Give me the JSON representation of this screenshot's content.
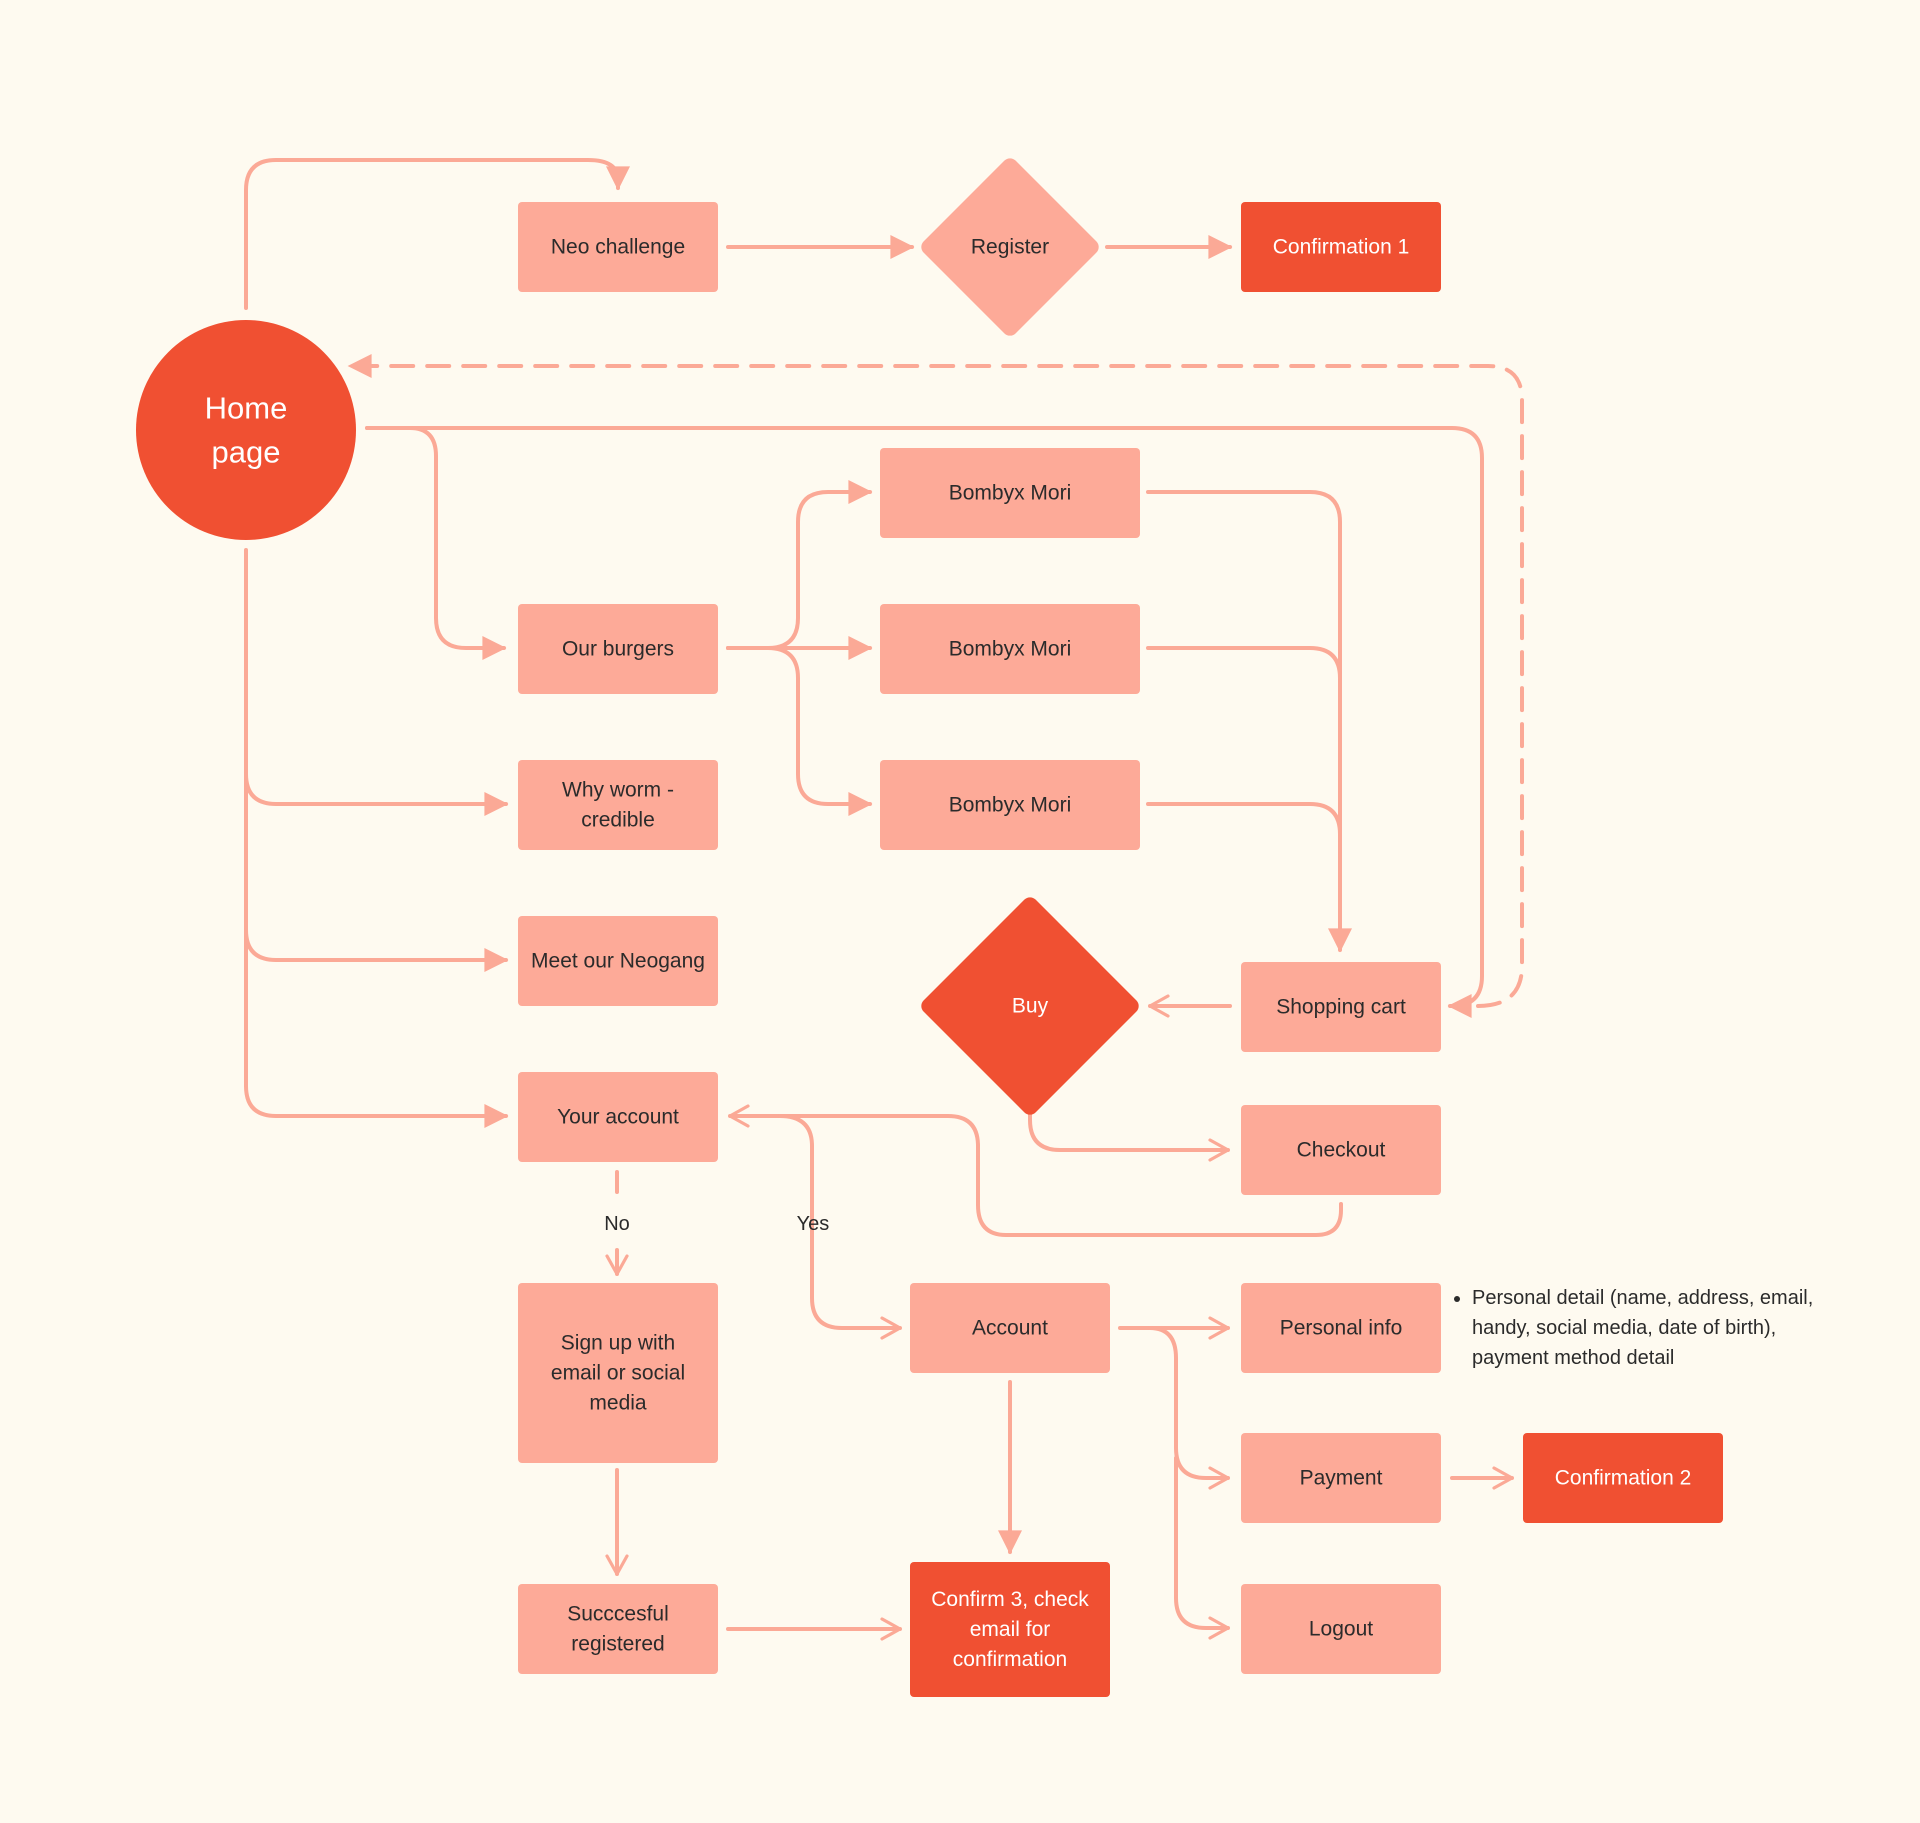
{
  "colors": {
    "background": "#FEFAF0",
    "node_light": "#FDAA98",
    "node_dark": "#F05032",
    "edge": "#FBA996",
    "text_dark": "#2B2B2B",
    "text_light": "#FFFFFF"
  },
  "nodes": {
    "home_page": [
      "Home",
      "page"
    ],
    "neo_challenge": [
      "Neo challenge"
    ],
    "register": [
      "Register"
    ],
    "confirmation_1": [
      "Confirmation 1"
    ],
    "bombyx_mori_1": [
      "Bombyx Mori"
    ],
    "our_burgers": [
      "Our burgers"
    ],
    "bombyx_mori_2": [
      "Bombyx Mori"
    ],
    "why_worm": [
      "Why worm -",
      "credible"
    ],
    "bombyx_mori_3": [
      "Bombyx Mori"
    ],
    "meet_neogang": [
      "Meet our Neogang"
    ],
    "buy": [
      "Buy"
    ],
    "shopping_cart": [
      "Shopping cart"
    ],
    "your_account": [
      "Your account"
    ],
    "checkout": [
      "Checkout"
    ],
    "sign_up": [
      "Sign up with",
      "email or social",
      "media"
    ],
    "account": [
      "Account"
    ],
    "personal_info": [
      "Personal info"
    ],
    "payment": [
      "Payment"
    ],
    "confirmation_2": [
      "Confirmation 2"
    ],
    "successful_registered": [
      "Succcesful",
      "registered"
    ],
    "confirm_3": [
      "Confirm 3, check",
      "email for",
      "confirmation"
    ],
    "logout": [
      "Logout"
    ]
  },
  "edge_labels": {
    "no": "No",
    "yes": "Yes"
  },
  "notes": {
    "personal_info_detail": "Personal detail (name, address, email, handy, social media, date of birth), payment method detail"
  }
}
